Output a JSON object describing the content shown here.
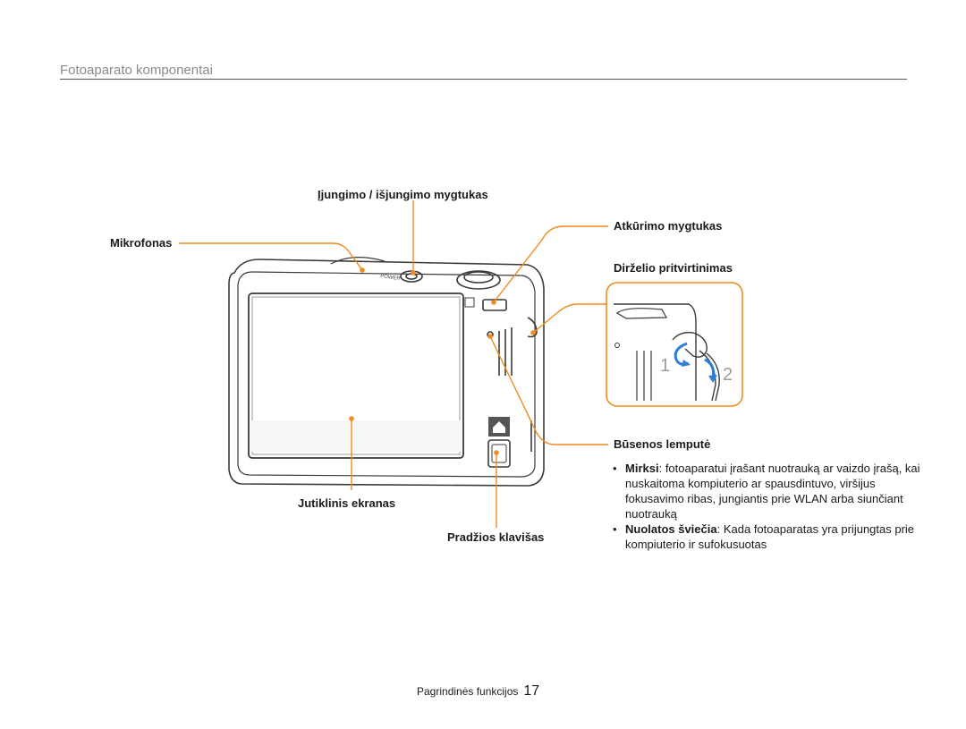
{
  "header": {
    "title": "Fotoaparato komponentai"
  },
  "labels": {
    "power": "Įjungimo / išjungimo mygtukas",
    "microphone": "Mikrofonas",
    "playback": "Atkūrimo mygtukas",
    "strap": "Dirželio pritvirtinimas",
    "status_lamp": "Būsenos lemputė",
    "touchscreen": "Jutiklinis ekranas",
    "home": "Pradžios klavišas"
  },
  "camera_text": {
    "power": "POWER"
  },
  "strap_steps": [
    "1",
    "2"
  ],
  "status_lamp_info": [
    {
      "term": "Mirksi",
      "sep": ": ",
      "text": "fotoaparatui įrašant nuotrauką ar vaizdo įrašą, kai nuskaitoma kompiuterio ar spausdintuvo, viršijus fokusavimo ribas, jungiantis prie WLAN arba siunčiant nuotrauką"
    },
    {
      "term": "Nuolatos šviečia",
      "sep": ": ",
      "text": "Kada fotoaparatas yra prijungtas prie kompiuterio ir sufokusuotas"
    }
  ],
  "footer": {
    "section": "Pagrindinės funkcijos",
    "page": "17"
  },
  "colors": {
    "accent": "#f08a1c",
    "arrow_blue": "#2f7fd6"
  }
}
